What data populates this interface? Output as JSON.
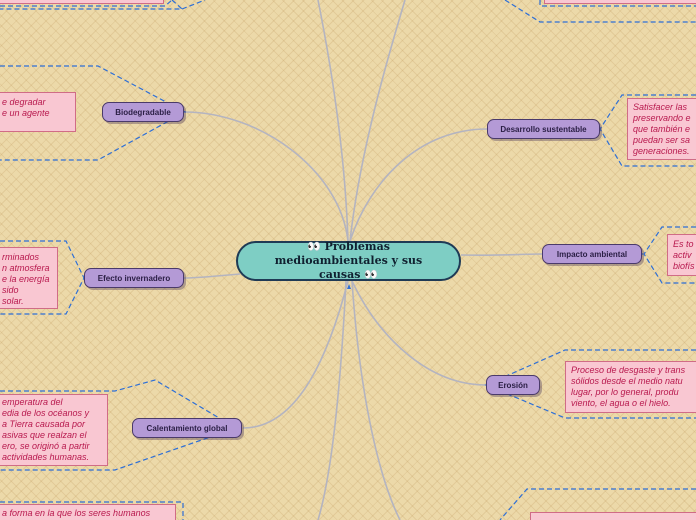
{
  "central": {
    "icon": "👀",
    "title": "Problemas medioambientales y sus causas"
  },
  "topics": {
    "biodegradable": "Biodegradable",
    "efecto_invernadero": "Efecto invernadero",
    "calentamiento_global": "Calentamiento global",
    "desarrollo_sustentable": "Desarrollo sustentable",
    "impacto_ambiental": "Impacto ambiental",
    "erosion": "Erosión"
  },
  "notes": {
    "biodegradable": "e degradar\ne un agente",
    "efecto_invernadero": "rminados\nn atmosfera\ne la energía\nsido\nsolar.",
    "calentamiento_global": "emperatura del\nedia de los océanos y\na Tierra causada por\nasivas que realzan el\nero, se originó a partir\nactividades humanas.",
    "bottom_left": "a forma en la que los seres humanos",
    "desarrollo_sustentable": "Satisfacer las\npreservando e\nque también e\npuedan ser sa\ngeneraciones.",
    "impacto_ambiental": "Es to\nactiv\nbiofís",
    "erosion": "Proceso de desgaste y trans\nsólidos desde el medio natu\nlugar, por lo general, produ\nviento, el agua o el hielo."
  },
  "colors": {
    "background": "#ecd9a9",
    "central_fill": "#7ecec4",
    "topic_fill": "#b49ad6",
    "note_fill": "#f9c7d2",
    "note_text": "#b8194e",
    "dashed_line": "#2e6fd6",
    "connector": "#b4b4c0"
  }
}
